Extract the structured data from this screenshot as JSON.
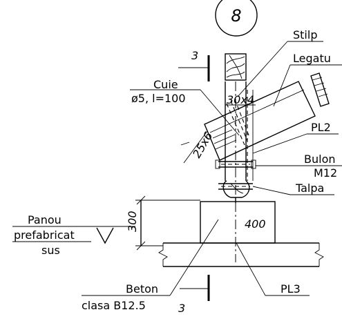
{
  "detail_number": "8",
  "section_mark": "3",
  "labels": {
    "stilp": "Stilp",
    "legatura": "Legatu",
    "pl2": "PL2",
    "bulon": "Bulon",
    "bulon_size": "M12",
    "talpa": "Talpa",
    "pl3": "PL3",
    "cuie": "Cuie",
    "cuie_spec": "ø5, l=100",
    "panou_line1": "Panou",
    "panou_line2": "prefabricat",
    "panou_line3": "sus",
    "beton": "Beton",
    "beton_class": "clasa  B12.5"
  },
  "dimensions": {
    "section_stilp": "30x4",
    "section_legatura": "25x6",
    "height": "300",
    "width": "400"
  }
}
